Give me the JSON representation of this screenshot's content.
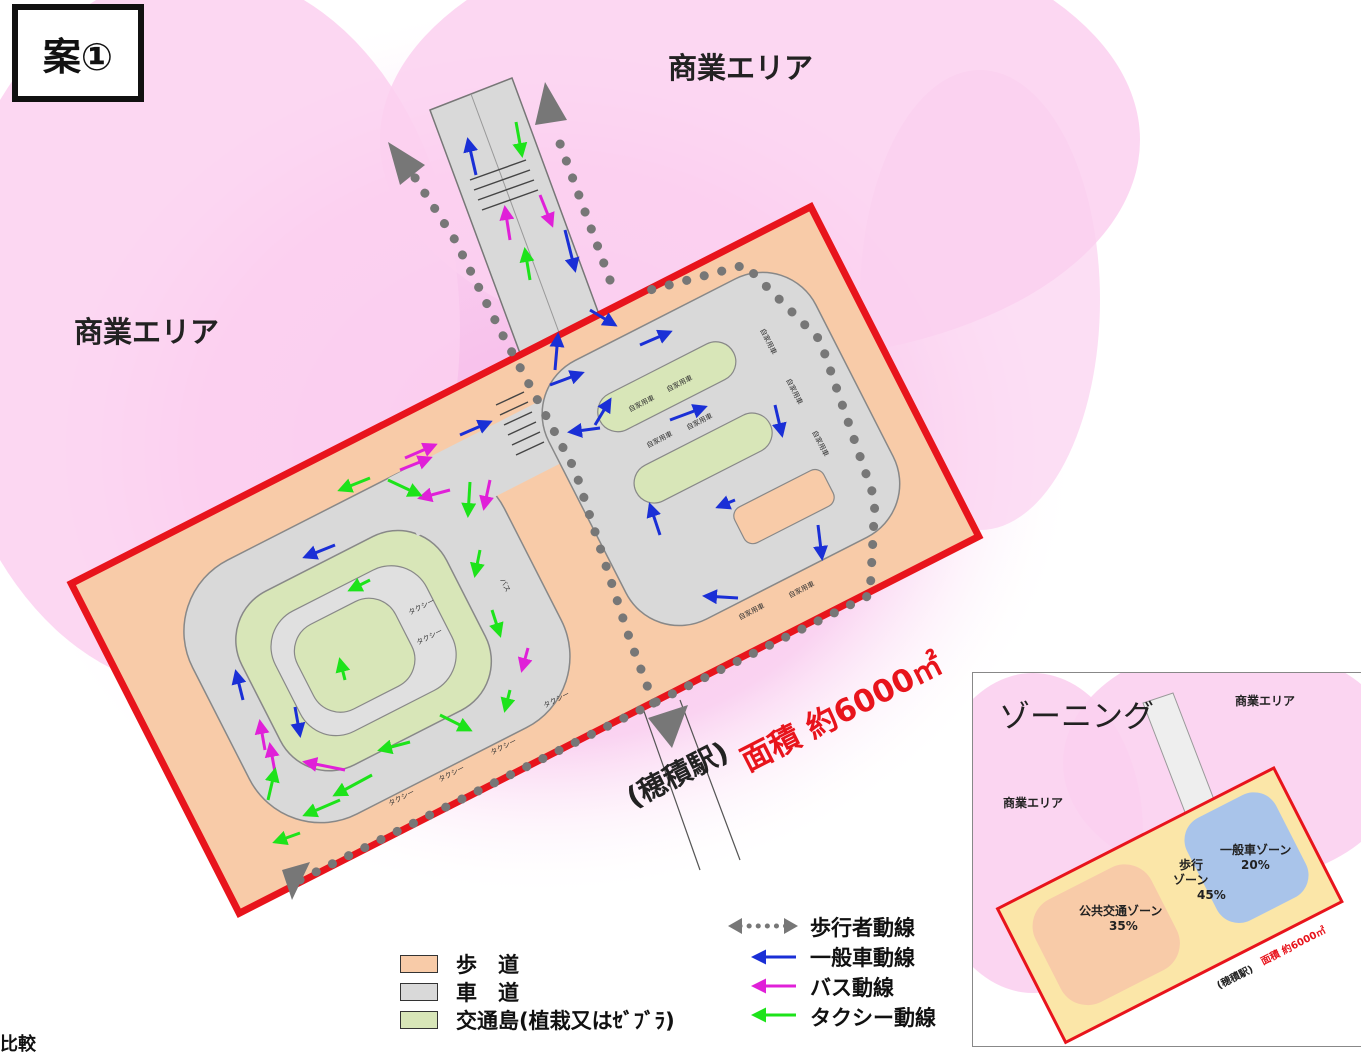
{
  "plan_label": "案①",
  "area_labels": {
    "top_right": "商業エリア",
    "left": "商業エリア"
  },
  "site_area": "面積 約6000㎡",
  "station": "(穂積駅)",
  "parking_labels": {
    "private": "自家用車",
    "taxi": "タクシー",
    "bus": "バス"
  },
  "legend": {
    "sidewalk": "歩　道",
    "roadway": "車　道",
    "island": "交通島(植栽又はｾﾞﾌﾞﾗ)",
    "pedestrian": "歩行者動線",
    "car": "一般車動線",
    "bus": "バス動線",
    "taxi": "タクシー動線"
  },
  "colors": {
    "commercial": "#f9c8ee",
    "sidewalk": "#f8cba8",
    "roadway": "#d9d9d9",
    "island": "#d8e6b8",
    "boundary": "#e8141c",
    "car_arrow": "#1a2fd6",
    "bus_arrow": "#e020d8",
    "taxi_arrow": "#1de31a",
    "pedestrian": "#777777"
  },
  "inset": {
    "title": "ゾーニング",
    "commercial_top": "商業エリア",
    "commercial_left": "商業エリア",
    "zone_car": "一般車ゾーン",
    "zone_car_pct": "20%",
    "zone_walk_1": "歩行",
    "zone_walk_2": "ゾーン",
    "zone_walk_pct": "45%",
    "zone_public": "公共交通ゾーン",
    "zone_public_pct": "35%",
    "area": "面積 約6000㎡",
    "station": "(穂積駅)"
  },
  "footer": "比較"
}
